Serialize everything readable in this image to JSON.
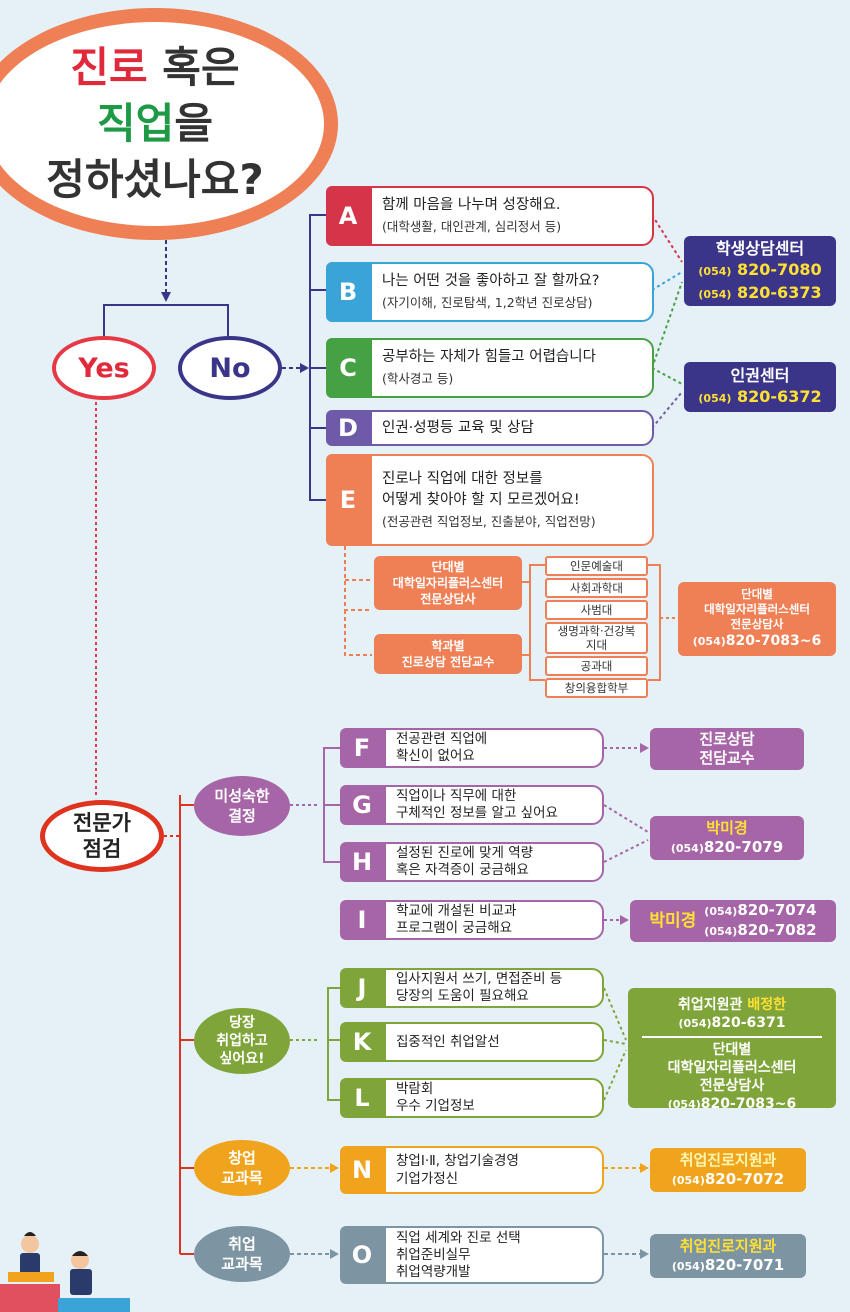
{
  "title": {
    "line1a": "진로",
    "line1b": " 혹은",
    "line2a": "직업",
    "line2b": "을",
    "line3": "정하셨나요?"
  },
  "yes": "Yes",
  "no": "No",
  "rows": [
    {
      "letter": "A",
      "color": "#d63449",
      "text": "함께 마음을 나누며 성장해요.",
      "sub": "(대학생활, 대인관계, 심리정서 등)"
    },
    {
      "letter": "B",
      "color": "#3aa3d7",
      "text": "나는 어떤 것을 좋아하고 잘 할까요?",
      "sub": "(자기이해, 진로탐색, 1,2학년 진로상담)"
    },
    {
      "letter": "C",
      "color": "#46a145",
      "text": "공부하는 자체가 힘들고 어렵습니다",
      "sub": "(학사경고 등)"
    },
    {
      "letter": "D",
      "color": "#6e5aa8",
      "text": "인권·성평등 교육 및 상담",
      "sub": ""
    },
    {
      "letter": "E",
      "color": "#ef7f55",
      "text": "진로나 직업에 대한 정보를",
      "text2": "어떻게 찾아야 할 지 모르겠어요!",
      "sub": "(전공관련 직업정보, 진출분야, 직업전망)"
    }
  ],
  "student_center": {
    "name": "학생상담센터",
    "phone1_area": "(054)",
    "phone1": "820-7080",
    "phone2_area": "(054)",
    "phone2": "820-6373"
  },
  "human_rights": {
    "name": "인권센터",
    "phone_area": "(054)",
    "phone": "820-6372"
  },
  "e_branch": {
    "college_counselor": {
      "line1": "단대별",
      "line2": "대학일자리플러스센터",
      "line3": "전문상담사"
    },
    "dept_prof": {
      "line1": "학과별",
      "line2": "진로상담 전담교수"
    },
    "colleges": [
      "인문예술대",
      "사회과학대",
      "사범대",
      "생명과학·건강복지대",
      "공과대",
      "창의융합학부"
    ],
    "result": {
      "line1": "단대별",
      "line2": "대학일자리플러스센터",
      "line3": "전문상담사",
      "phone_area": "(054)",
      "phone": "820-7083~6"
    }
  },
  "expert": {
    "line1": "전문가",
    "line2": "점검"
  },
  "categories": [
    {
      "line1": "미성숙한",
      "line2": "결정",
      "color": "#a565a7"
    },
    {
      "line1": "당장",
      "line2": "취업하고",
      "line3": "싶어요!",
      "color": "#7fa53a"
    },
    {
      "line1": "창업",
      "line2": "교과목",
      "color": "#f0a41d"
    },
    {
      "line1": "취업",
      "line2": "교과목",
      "color": "#7d95a3"
    }
  ],
  "items": [
    {
      "letter": "F",
      "text": "전공관련 직업에",
      "text2": "확신이 없어요"
    },
    {
      "letter": "G",
      "text": "직업이나 직무에 대한",
      "text2": "구체적인 정보를 알고 싶어요"
    },
    {
      "letter": "H",
      "text": "설정된 진로에 맞게 역량",
      "text2": "혹은 자격증이 궁금해요"
    },
    {
      "letter": "I",
      "text": "학교에 개설된 비교과",
      "text2": "프로그램이 궁금해요"
    },
    {
      "letter": "J",
      "text": "입사지원서 쓰기, 면접준비 등",
      "text2": "당장의 도움이 필요해요"
    },
    {
      "letter": "K",
      "text": "집중적인 취업알선",
      "text2": ""
    },
    {
      "letter": "L",
      "text": "박람회",
      "text2": "우수 기업정보"
    },
    {
      "letter": "N",
      "text": "창업Ⅰ·Ⅱ, 창업기술경영",
      "text2": "기업가정신"
    },
    {
      "letter": "O",
      "text": "직업 세계와 진로 선택",
      "text2": "취업준비실무",
      "text3": "취업역량개발"
    }
  ],
  "results": {
    "f": {
      "line1": "진로상담",
      "line2": "전담교수"
    },
    "gh": {
      "name": "박미경",
      "phone_area": "(054)",
      "phone": "820-7079"
    },
    "i": {
      "name": "박미경",
      "phone1_area": "(054)",
      "phone1": "820-7074",
      "phone2_area": "(054)",
      "phone2": "820-7082"
    },
    "jkl": {
      "line1": "취업지원관 ",
      "line1b": "배정한",
      "phone1_area": "(054)",
      "phone1": "820-6371",
      "line2": "단대별",
      "line3": "대학일자리플러스센터",
      "line4": "전문상담사",
      "phone2_area": "(054)",
      "phone2": "820-7083~6"
    },
    "n": {
      "name": "취업진로지원과",
      "phone_area": "(054)",
      "phone": "820-7072"
    },
    "o": {
      "name": "취업진로지원과",
      "phone_area": "(054)",
      "phone": "820-7071"
    }
  }
}
